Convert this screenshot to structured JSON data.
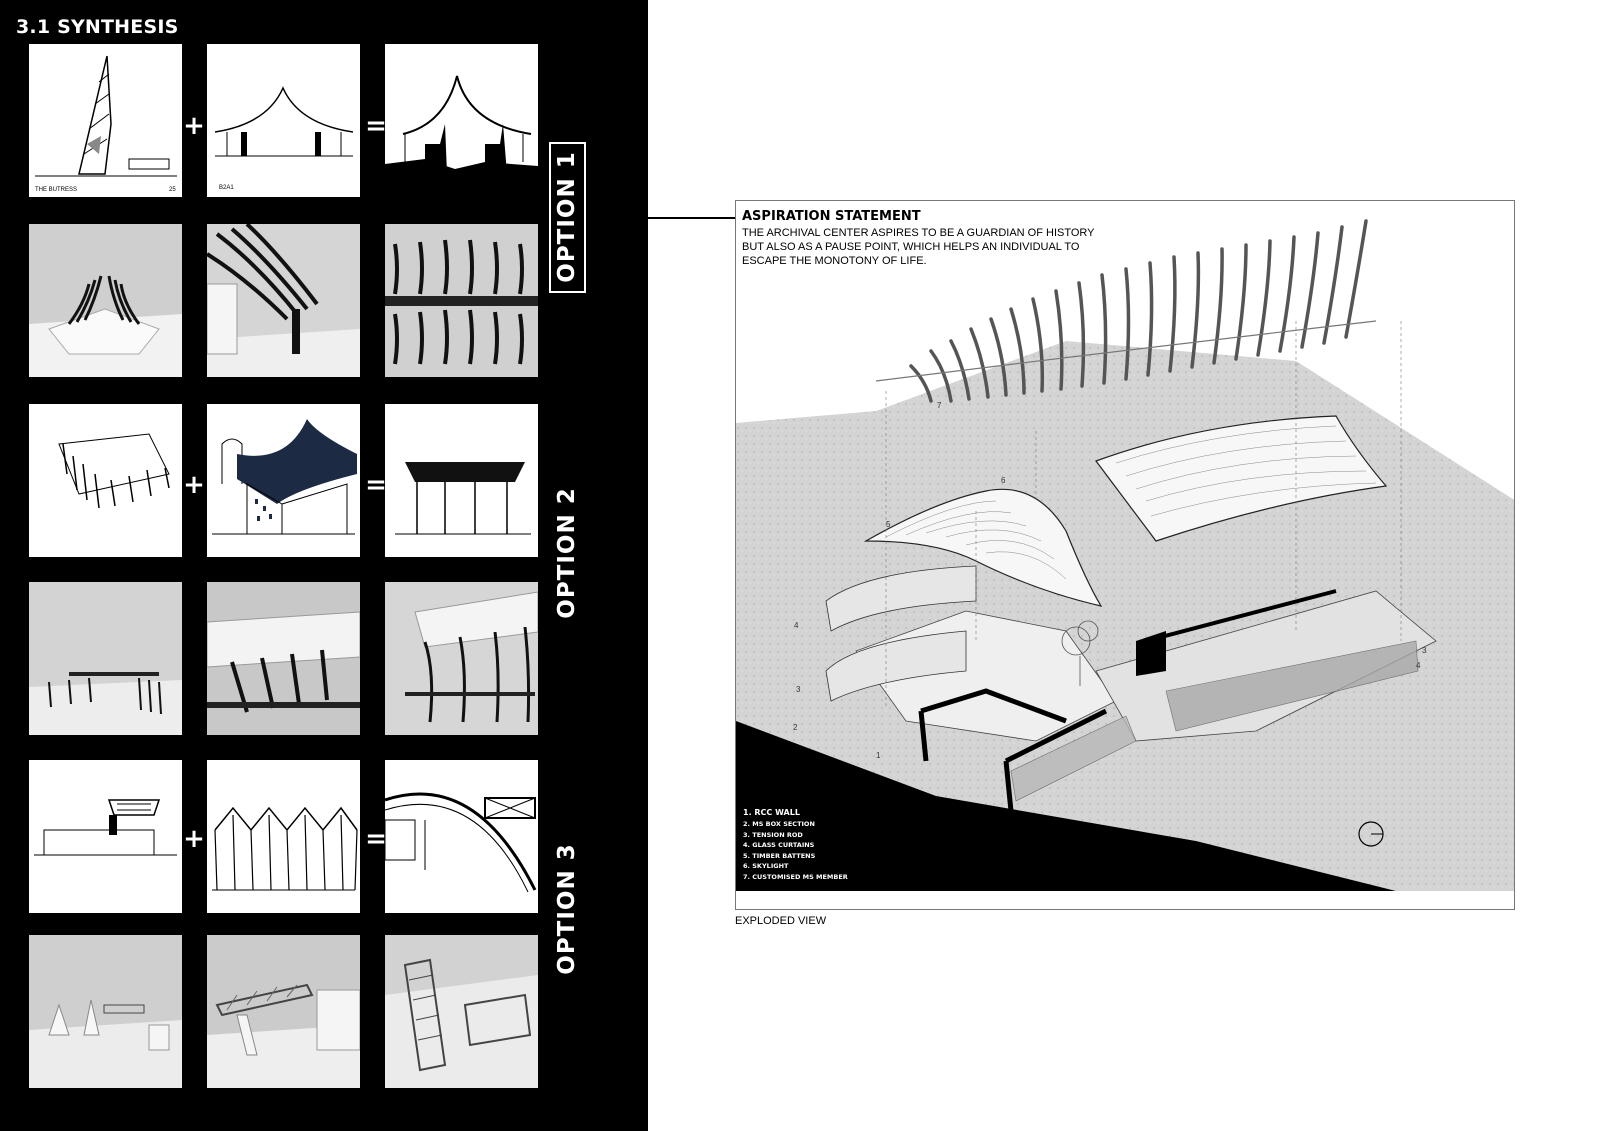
{
  "page": {
    "section_title": "3.1 SYNTHESIS"
  },
  "options": [
    {
      "label": "OPTION 1"
    },
    {
      "label": "OPTION 2"
    },
    {
      "label": "OPTION 3"
    }
  ],
  "symbols": {
    "plus": "+",
    "equals": "="
  },
  "sketch_captions": {
    "buttress": "THE BUTRESS",
    "page_number": "25",
    "reference": "B2A1"
  },
  "aspiration": {
    "title": "ASPIRATION STATEMENT",
    "body": "THE ARCHIVAL CENTER ASPIRES TO BE A GUARDIAN OF HISTORY BUT ALSO AS A PAUSE POINT, WHICH HELPS AN INDIVIDUAL TO ESCAPE THE MONOTONY OF LIFE."
  },
  "legend": [
    "1. RCC WALL",
    "2. MS BOX SECTION",
    "3. TENSION ROD",
    "4. GLASS CURTAINS",
    "5. TIMBER BATTENS",
    "6. SKYLIGHT",
    "7. CUSTOMISED MS MEMBER"
  ],
  "callouts": [
    "1",
    "2",
    "3",
    "4",
    "5",
    "6",
    "7",
    "3",
    "4"
  ],
  "caption": "EXPLODED VIEW",
  "colors": {
    "panel": "#000000",
    "page": "#ffffff",
    "model_grey": "#c9c9c9",
    "ground_grey": "#d6d6d6"
  }
}
